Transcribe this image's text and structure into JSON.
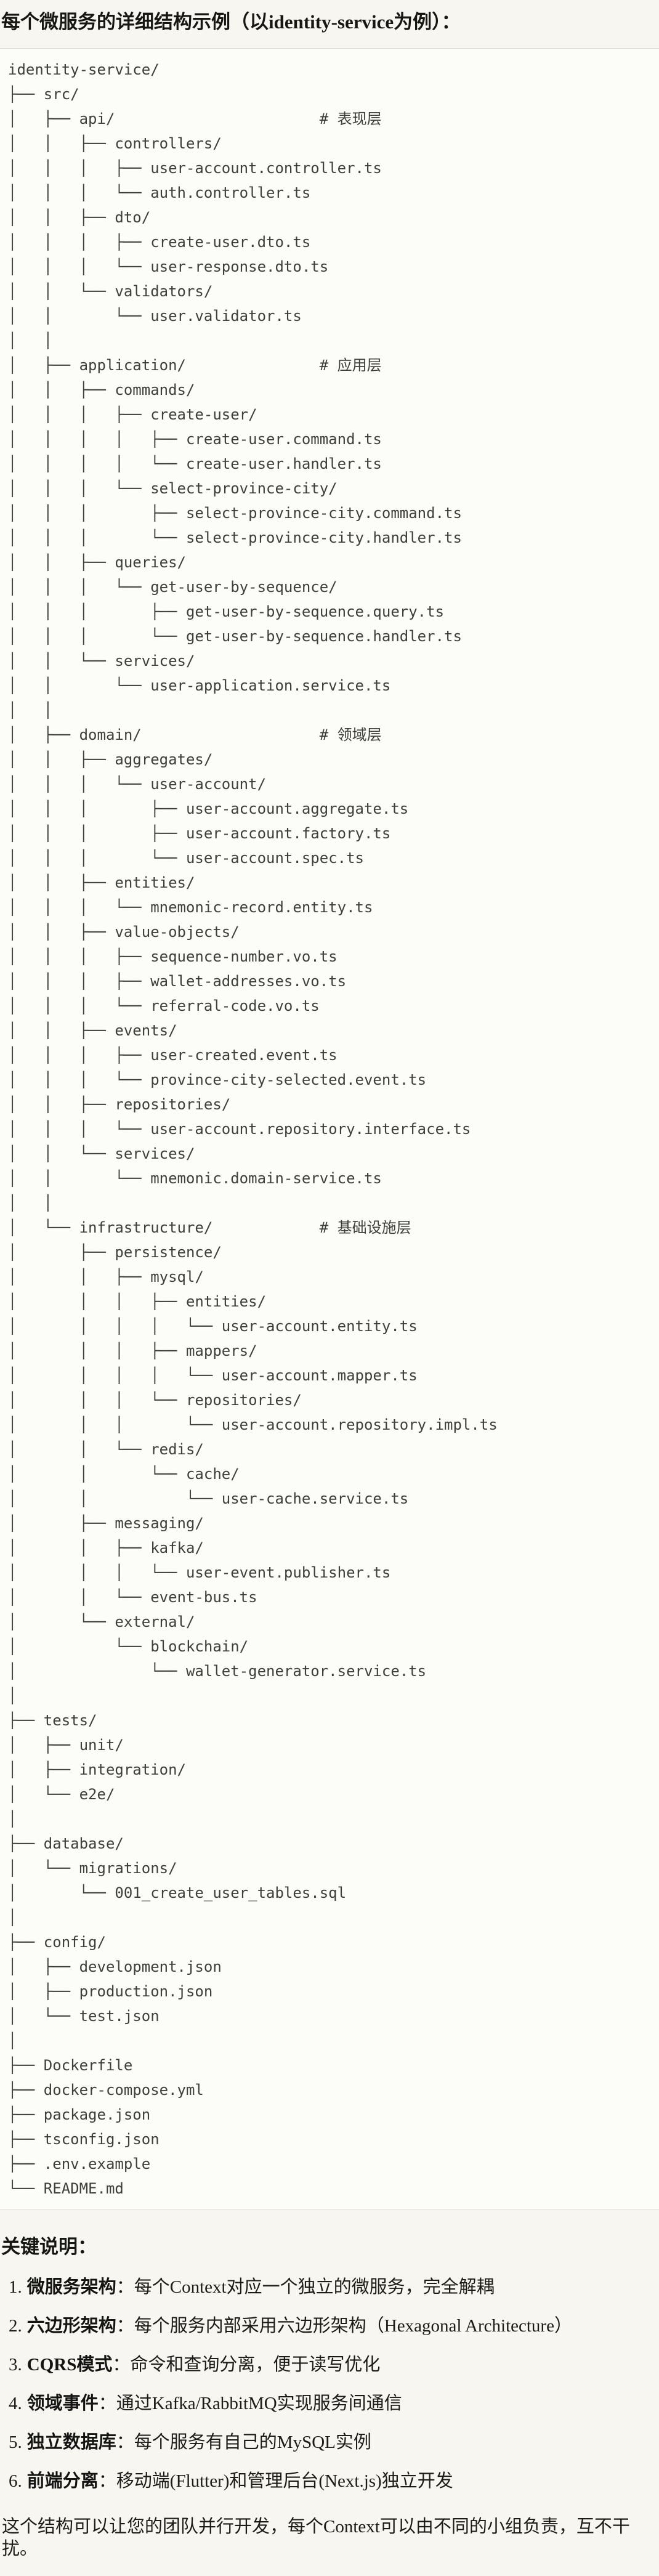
{
  "title": "每个微服务的详细结构示例（以identity-service为例）：",
  "tree": {
    "lines": [
      "identity-service/",
      "├── src/",
      "│   ├── api/                       # 表现层",
      "│   │   ├── controllers/",
      "│   │   │   ├── user-account.controller.ts",
      "│   │   │   └── auth.controller.ts",
      "│   │   ├── dto/",
      "│   │   │   ├── create-user.dto.ts",
      "│   │   │   └── user-response.dto.ts",
      "│   │   └── validators/",
      "│   │       └── user.validator.ts",
      "│   │",
      "│   ├── application/               # 应用层",
      "│   │   ├── commands/",
      "│   │   │   ├── create-user/",
      "│   │   │   │   ├── create-user.command.ts",
      "│   │   │   │   └── create-user.handler.ts",
      "│   │   │   └── select-province-city/",
      "│   │   │       ├── select-province-city.command.ts",
      "│   │   │       └── select-province-city.handler.ts",
      "│   │   ├── queries/",
      "│   │   │   └── get-user-by-sequence/",
      "│   │   │       ├── get-user-by-sequence.query.ts",
      "│   │   │       └── get-user-by-sequence.handler.ts",
      "│   │   └── services/",
      "│   │       └── user-application.service.ts",
      "│   │",
      "│   ├── domain/                    # 领域层",
      "│   │   ├── aggregates/",
      "│   │   │   └── user-account/",
      "│   │   │       ├── user-account.aggregate.ts",
      "│   │   │       ├── user-account.factory.ts",
      "│   │   │       └── user-account.spec.ts",
      "│   │   ├── entities/",
      "│   │   │   └── mnemonic-record.entity.ts",
      "│   │   ├── value-objects/",
      "│   │   │   ├── sequence-number.vo.ts",
      "│   │   │   ├── wallet-addresses.vo.ts",
      "│   │   │   └── referral-code.vo.ts",
      "│   │   ├── events/",
      "│   │   │   ├── user-created.event.ts",
      "│   │   │   └── province-city-selected.event.ts",
      "│   │   ├── repositories/",
      "│   │   │   └── user-account.repository.interface.ts",
      "│   │   └── services/",
      "│   │       └── mnemonic.domain-service.ts",
      "│   │",
      "│   └── infrastructure/            # 基础设施层",
      "│       ├── persistence/",
      "│       │   ├── mysql/",
      "│       │   │   ├── entities/",
      "│       │   │   │   └── user-account.entity.ts",
      "│       │   │   ├── mappers/",
      "│       │   │   │   └── user-account.mapper.ts",
      "│       │   │   └── repositories/",
      "│       │   │       └── user-account.repository.impl.ts",
      "│       │   └── redis/",
      "│       │       └── cache/",
      "│       │           └── user-cache.service.ts",
      "│       ├── messaging/",
      "│       │   ├── kafka/",
      "│       │   │   └── user-event.publisher.ts",
      "│       │   └── event-bus.ts",
      "│       └── external/",
      "│           └── blockchain/",
      "│               └── wallet-generator.service.ts",
      "│",
      "├── tests/",
      "│   ├── unit/",
      "│   ├── integration/",
      "│   └── e2e/",
      "│",
      "├── database/",
      "│   └── migrations/",
      "│       └── 001_create_user_tables.sql",
      "│",
      "├── config/",
      "│   ├── development.json",
      "│   ├── production.json",
      "│   └── test.json",
      "│",
      "├── Dockerfile",
      "├── docker-compose.yml",
      "├── package.json",
      "├── tsconfig.json",
      "├── .env.example",
      "└── README.md"
    ]
  },
  "notes": {
    "heading": "关键说明：",
    "items": [
      {
        "num": "1.",
        "term": "微服务架构",
        "sep": "：",
        "desc": "每个Context对应一个独立的微服务，完全解耦"
      },
      {
        "num": "2.",
        "term": "六边形架构",
        "sep": "：",
        "desc": "每个服务内部采用六边形架构（Hexagonal Architecture）"
      },
      {
        "num": "3.",
        "term": "CQRS模式",
        "sep": "：",
        "desc": "命令和查询分离，便于读写优化"
      },
      {
        "num": "4.",
        "term": "领域事件",
        "sep": "：",
        "desc": "通过Kafka/RabbitMQ实现服务间通信"
      },
      {
        "num": "5.",
        "term": "独立数据库",
        "sep": "：",
        "desc": "每个服务有自己的MySQL实例"
      },
      {
        "num": "6.",
        "term": "前端分离",
        "sep": "：",
        "desc": "移动端(Flutter)和管理后台(Next.js)独立开发"
      }
    ],
    "closing": "这个结构可以让您的团队并行开发，每个Context可以由不同的小组负责，互不干扰。"
  }
}
